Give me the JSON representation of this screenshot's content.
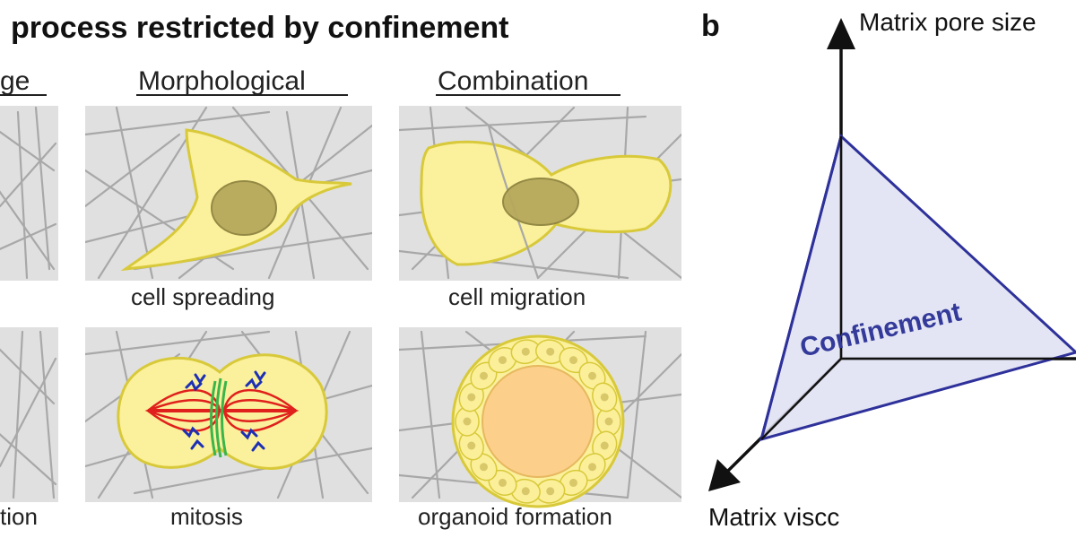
{
  "panel_a": {
    "title": "process restricted by confinement",
    "columns": [
      {
        "header": "ge"
      },
      {
        "header": "Morphological"
      },
      {
        "header": "Combination"
      }
    ],
    "captions": {
      "left_bottom": "tion",
      "cell_spreading": "cell spreading",
      "cell_migration": "cell migration",
      "mitosis": "mitosis",
      "organoid_formation": "organoid formation"
    }
  },
  "panel_b": {
    "label": "b",
    "axis_top": "Matrix pore size",
    "axis_bottom": "Matrix viscc",
    "region_label": "Confinement"
  },
  "colors": {
    "cell_fill": "#fbf09b",
    "cell_stroke": "#d8c93a",
    "nucleus": "#b6a95c",
    "panel_bg": "#e0e0e0",
    "fiber": "#a8a8a8",
    "confinement_fill": "#dfe0f2",
    "confinement_stroke": "#2e319a",
    "spindle_red": "#e0201c",
    "chromosome_blue": "#1c2fb5",
    "cleavage_green": "#3ab54a",
    "organoid_lumen": "#fcd08a"
  }
}
